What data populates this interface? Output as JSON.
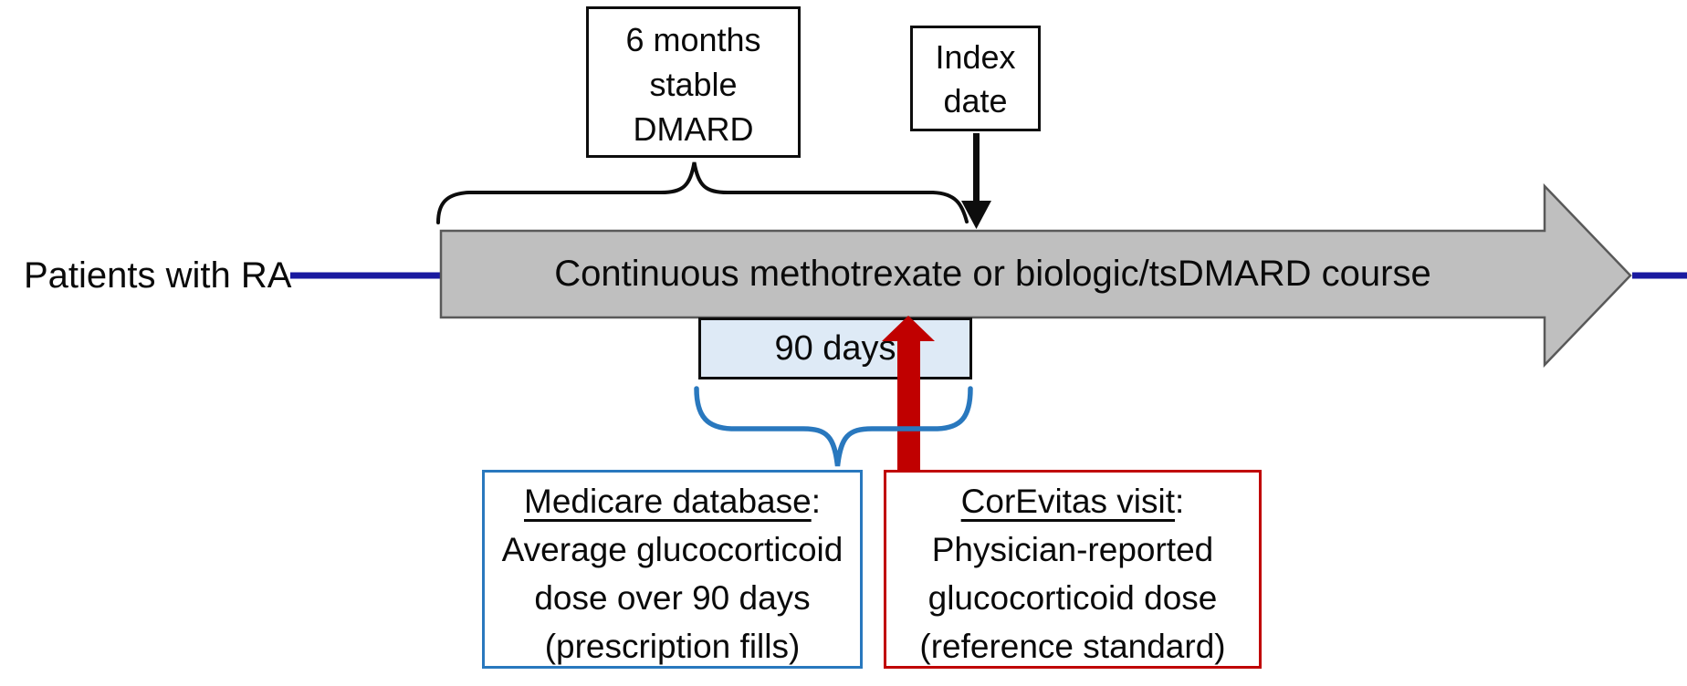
{
  "diagram": {
    "patients_label": "Patients with RA",
    "timeline": {
      "label": "Continuous methotrexate or biologic/tsDMARD course"
    },
    "six_months_box": {
      "line1": "6 months",
      "line2": "stable",
      "line3": "DMARD"
    },
    "index_box": {
      "line1": "Index",
      "line2": "date"
    },
    "ninety_days_box": {
      "label": "90 days"
    },
    "medicare_box": {
      "heading": "Medicare database",
      "heading_suffix": ":",
      "line2": "Average glucocorticoid",
      "line3": "dose over 90 days",
      "line4": "(prescription fills)"
    },
    "corevitas_box": {
      "heading": "CorEvitas visit",
      "heading_suffix": ":",
      "line2": "Physician-reported",
      "line3": "glucocorticoid dose",
      "line4": "(reference standard)"
    }
  },
  "colors": {
    "timeline_fill": "#BFBFBF",
    "timeline_stroke": "#595959",
    "navy_line": "#1A1AA0",
    "black_connector": "#0d0d0d",
    "red_accent": "#C00000",
    "blue_accent": "#2978BE",
    "ninety_days_fill": "#DEEAF6"
  }
}
